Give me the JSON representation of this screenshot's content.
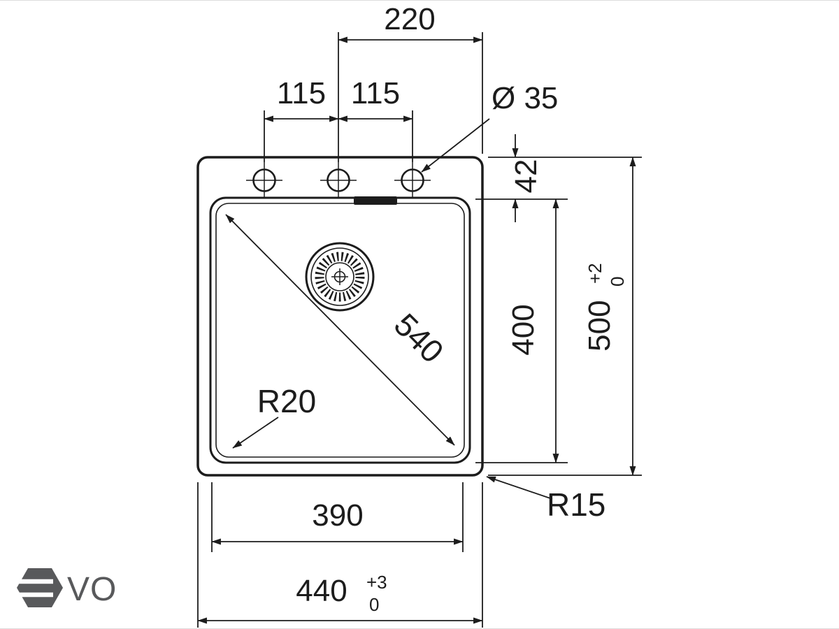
{
  "drawing": {
    "dims": {
      "half_width": "220",
      "hole_pitch_left": "115",
      "hole_pitch_right": "115",
      "hole_diameter": "Ø 35",
      "rim_offset": "42",
      "bowl_length": "400",
      "cutout_height": "500",
      "cutout_height_tol_plus": "+2",
      "cutout_height_tol_minus": "0",
      "bowl_diagonal": "540",
      "bowl_corner_radius": "R20",
      "outer_corner_radius": "R15",
      "bowl_width": "390",
      "cutout_width": "440",
      "cutout_width_tol_plus": "+3",
      "cutout_width_tol_minus": "0"
    },
    "logo": {
      "text": "VO"
    },
    "colors": {
      "line": "#1c1c1c",
      "logo_gray": "#58595b",
      "background": "#ffffff"
    }
  }
}
